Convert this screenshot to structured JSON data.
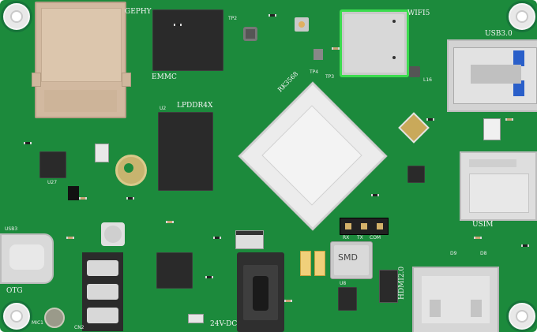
{
  "board": {
    "labels": {
      "gephy": "GEPHY",
      "emmc": "EMMC",
      "wifi": "WIFI5",
      "usb30": "USB3.0",
      "lpddr": "LPDDR4X",
      "soc": "RK3568",
      "u2": "U2",
      "usim": "USIM",
      "usb3": "USB3",
      "otg": "OTG",
      "hdmi": "HDMI2.0",
      "dc": "24V-DC",
      "smd": "SMD",
      "mic": "MIC1",
      "cn2": "CN2",
      "u8": "U8",
      "d9": "D9",
      "d8": "D8",
      "l16": "L16",
      "tp2": "TP2",
      "tp4": "TP4",
      "tp3": "TP3",
      "u27": "U27",
      "header_rx": "RX",
      "header_tx": "TX",
      "header_com": "COM"
    }
  }
}
